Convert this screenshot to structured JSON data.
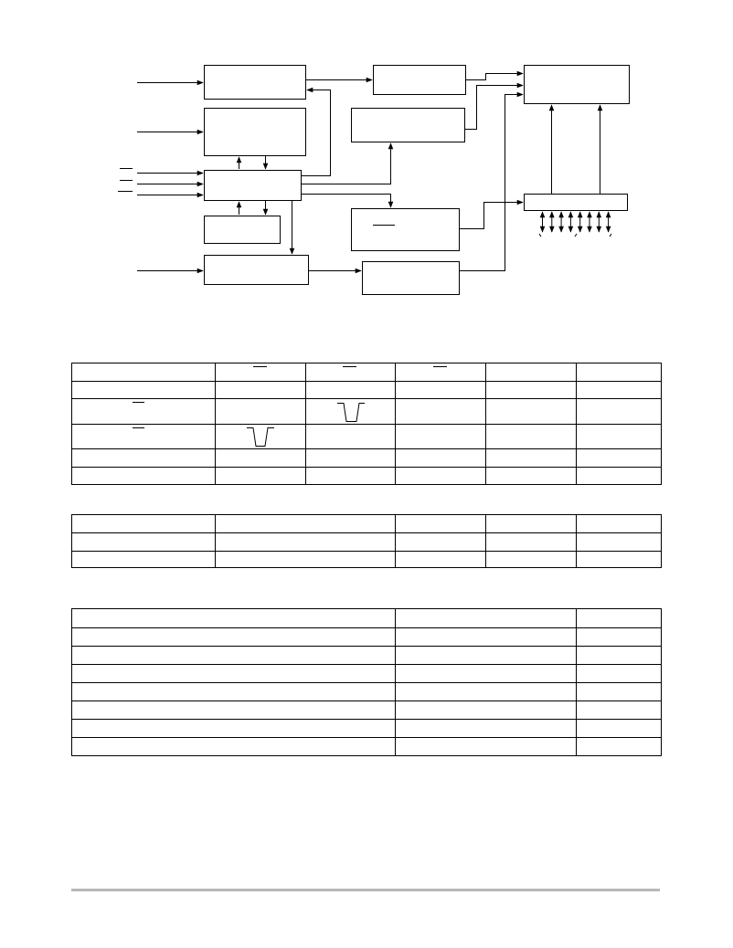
{
  "page": {
    "background": "#ffffff",
    "line_color": "#000000",
    "footer_rule_color": "#b8b8b8"
  },
  "block_diagram": {
    "blocks": [
      {
        "id": "block-top-left"
      },
      {
        "id": "block-upper-left"
      },
      {
        "id": "block-control"
      },
      {
        "id": "block-small-left"
      },
      {
        "id": "block-bottom-left"
      },
      {
        "id": "block-top-middle"
      },
      {
        "id": "block-upper-middle"
      },
      {
        "id": "block-lower-middle"
      },
      {
        "id": "block-bottom-middle"
      },
      {
        "id": "block-output-register"
      },
      {
        "id": "block-io-buffer"
      }
    ],
    "io_line_count": 8
  },
  "tables": {
    "truth_table": {
      "rows": 6,
      "columns": 6
    },
    "small_table": {
      "rows": 3,
      "columns": 5
    },
    "ratings_table": {
      "rows": 8,
      "columns": 3
    }
  }
}
